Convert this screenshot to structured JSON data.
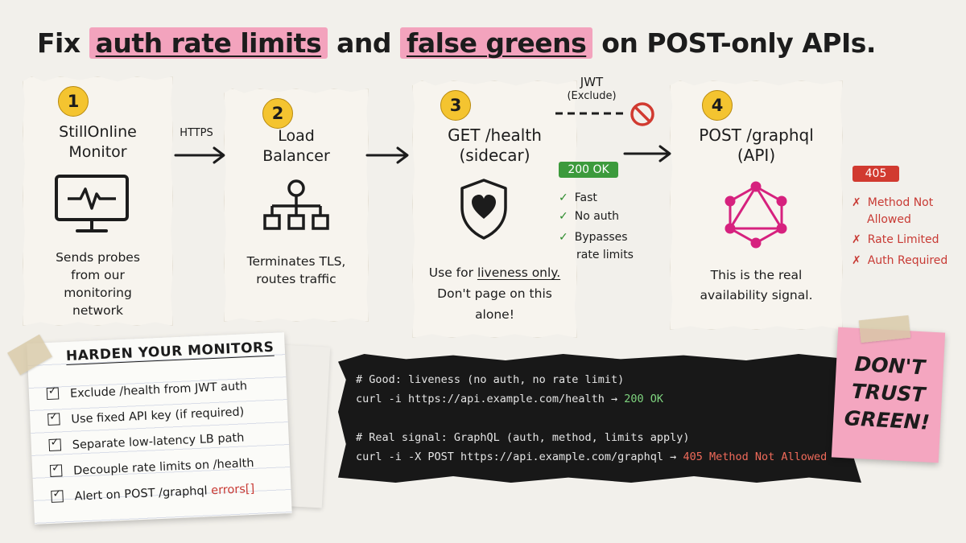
{
  "title": {
    "prefix": "Fix",
    "highlight1": "auth rate limits",
    "middle": "and",
    "highlight2": "false greens",
    "suffix": "on POST-only APIs."
  },
  "steps": [
    {
      "number": "1",
      "title_line1": "StillOnline",
      "title_line2": "Monitor",
      "desc_lines": [
        "Sends probes",
        "from our",
        "monitoring",
        "network"
      ]
    },
    {
      "number": "2",
      "title_line1": "Load",
      "title_line2": "Balancer",
      "desc_lines": [
        "Terminates TLS,",
        "routes traffic"
      ]
    },
    {
      "number": "3",
      "title_line1": "GET /health",
      "title_line2": "(sidecar)",
      "desc_line1_prefix": "Use for",
      "desc_line1_emph": "liveness only.",
      "desc_lines": [
        "Don't page on this",
        "alone!"
      ]
    },
    {
      "number": "4",
      "title_line1": "POST /graphql",
      "title_line2": "(API)",
      "desc_lines": [
        "This is the real",
        "availability signal."
      ]
    }
  ],
  "connectors": {
    "https_label": "HTTPS",
    "jwt_label_line1": "JWT",
    "jwt_label_line2": "(Exclude)"
  },
  "health_status": {
    "badge": "200 OK",
    "bullets": [
      "Fast",
      "No auth",
      "Bypasses",
      "rate limits"
    ]
  },
  "api_status": {
    "badge": "405",
    "bullets": [
      "Method Not",
      "Allowed",
      "Rate Limited",
      "Auth Required"
    ]
  },
  "checklist": {
    "heading": "HARDEN YOUR MONITORS",
    "items": [
      "Exclude /health from JWT auth",
      "Use fixed API key (if required)",
      "Separate low-latency LB path",
      "Decouple rate limits on /health",
      "Alert on POST /graphql"
    ],
    "last_item_suffix": "errors[]"
  },
  "terminal": {
    "comment1": "# Good: liveness (no auth, no rate limit)",
    "cmd1": "curl -i https://api.example.com/health",
    "arrow": "→",
    "result1": "200 OK",
    "comment2": "# Real signal: GraphQL (auth, method, limits apply)",
    "cmd2": "curl -i -X POST https://api.example.com/graphql",
    "result2": "405 Method Not Allowed"
  },
  "sticky": {
    "line1": "DON'T",
    "line2": "TRUST",
    "line3": "GREEN!"
  },
  "colors": {
    "highlight": "#f3a3bd",
    "number_badge": "#f4c430",
    "ok_green": "#2a8a2a",
    "error_red": "#c83a34",
    "graphql_pink": "#d6217e",
    "terminal_bg": "#181818",
    "sticky_pink": "#f4a6c0"
  },
  "icons": [
    "monitor-heartbeat-icon",
    "network-tree-icon",
    "shield-heart-icon",
    "graphql-icon",
    "no-entry-icon",
    "checkbox-icon",
    "arrow-icon"
  ]
}
